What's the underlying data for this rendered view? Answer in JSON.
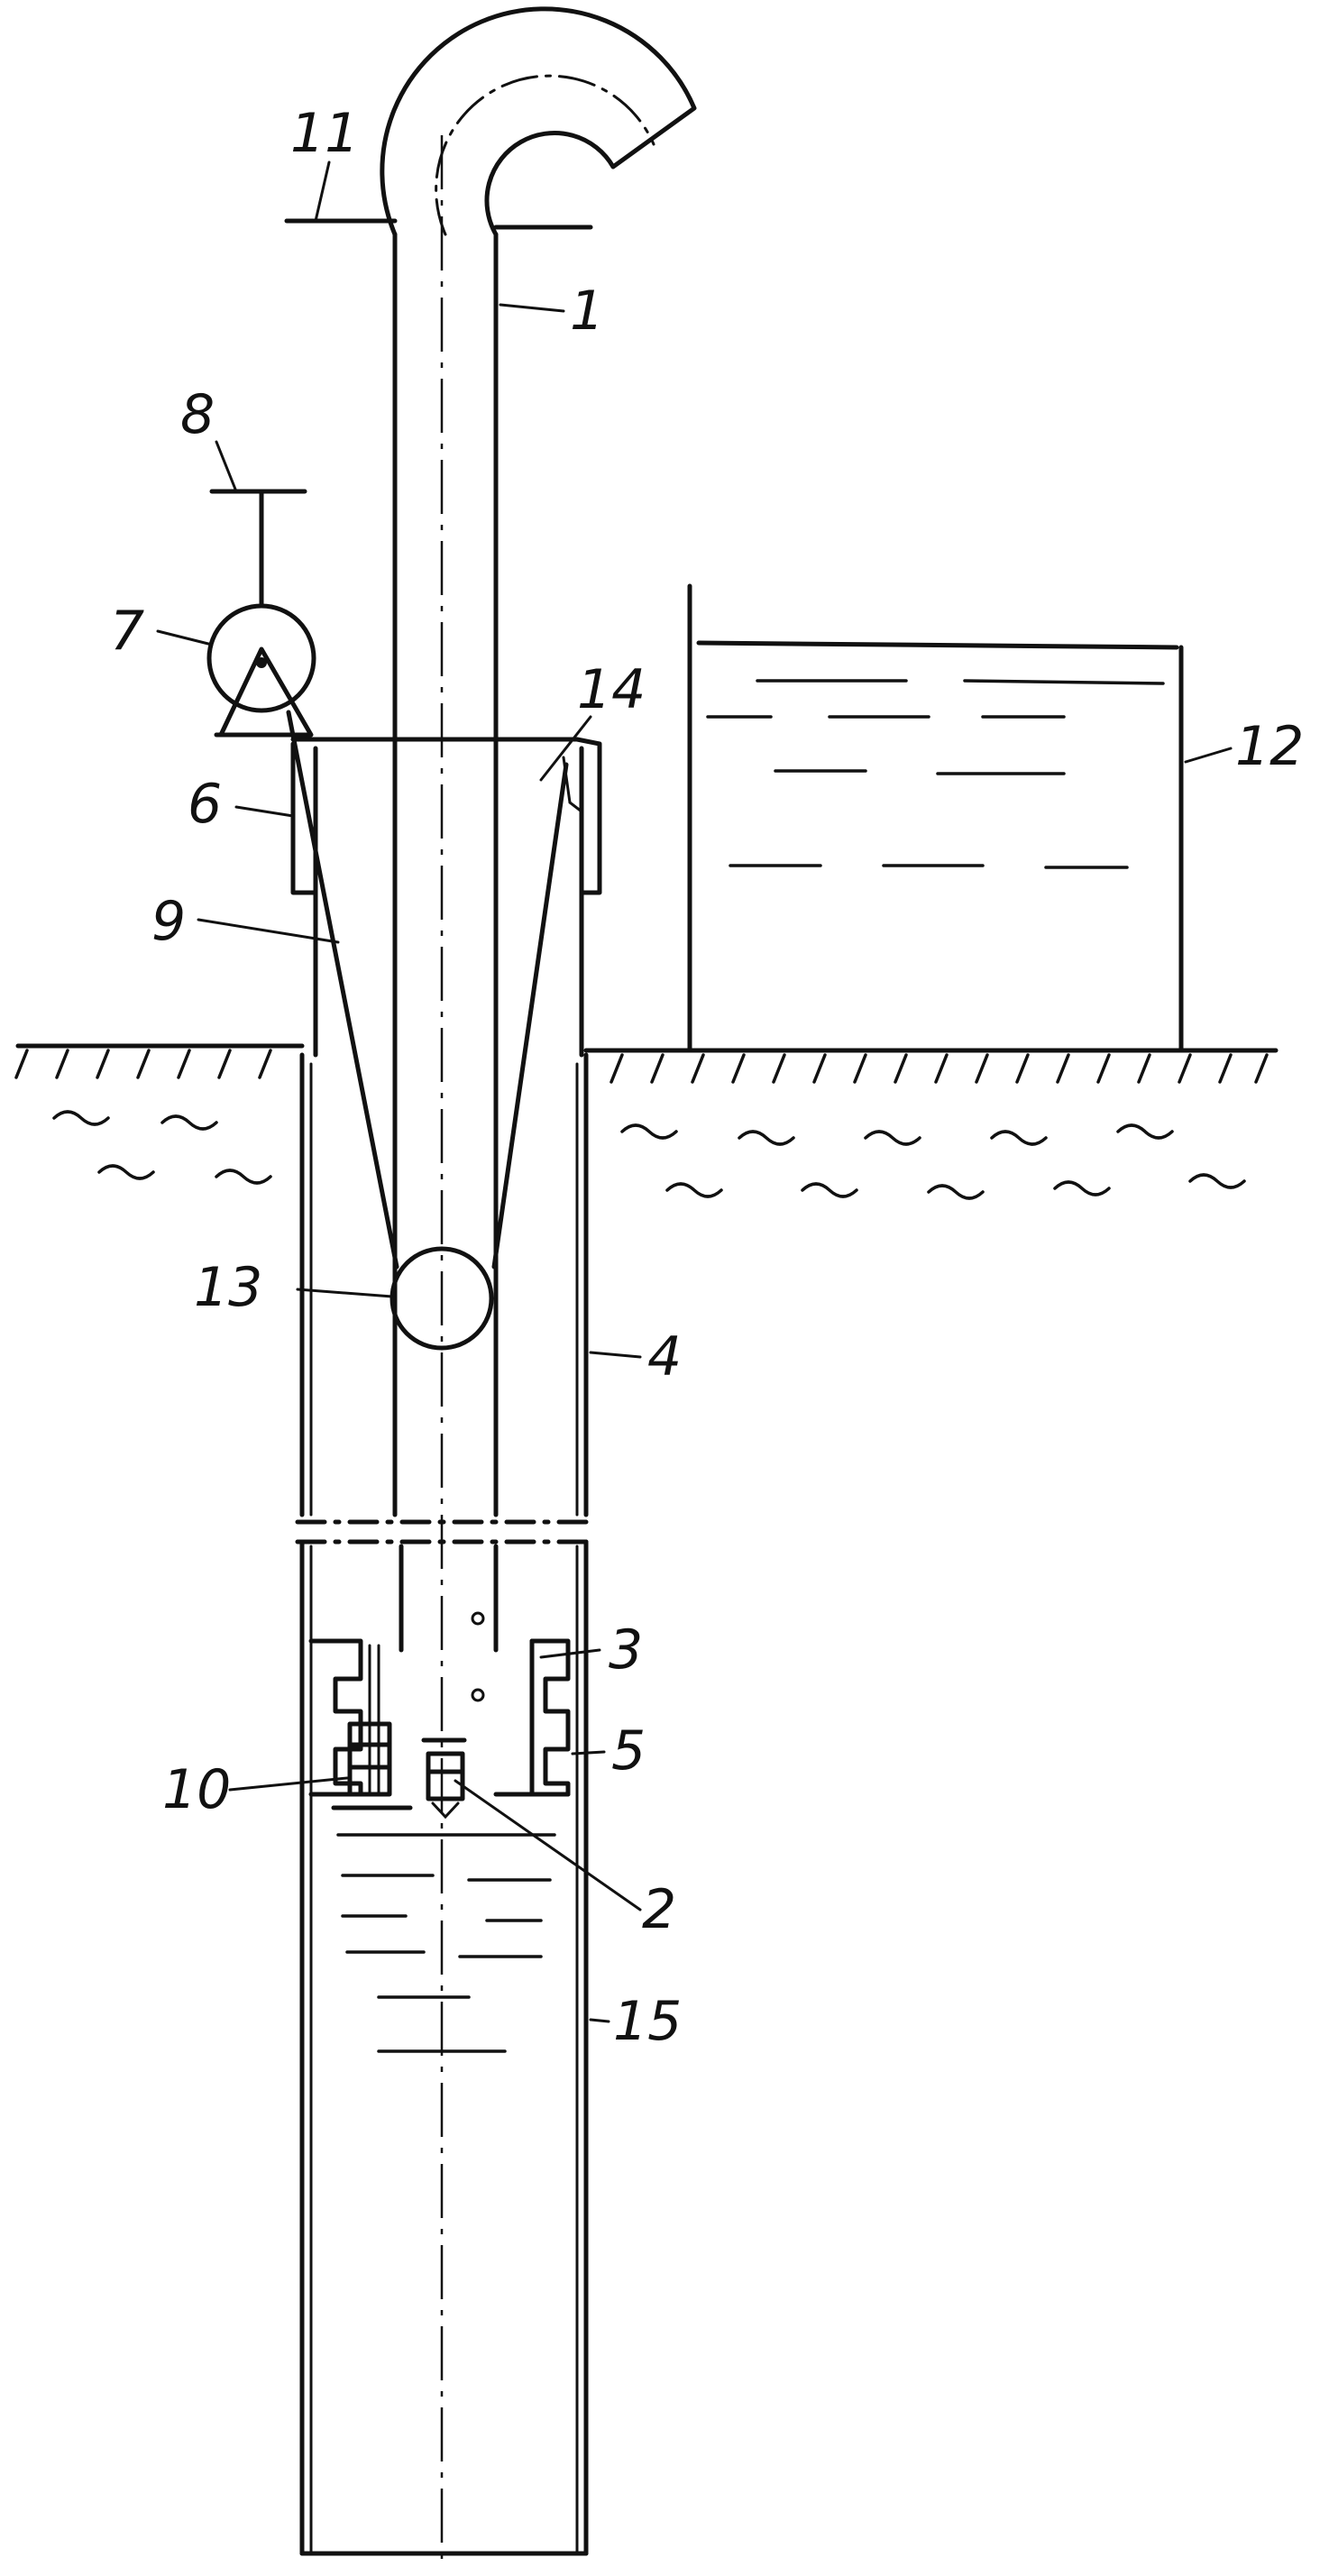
{
  "diagram": {
    "labels": {
      "pipe": "1",
      "valve": "2",
      "piston": "3",
      "casing": "4",
      "cylinder": "5",
      "collar": "6",
      "pulley": "7",
      "handle": "8",
      "cable": "9",
      "spring_valve": "10",
      "outlet_bar": "11",
      "tank": "12",
      "float": "13",
      "guide": "14",
      "well_pipe": "15"
    }
  }
}
